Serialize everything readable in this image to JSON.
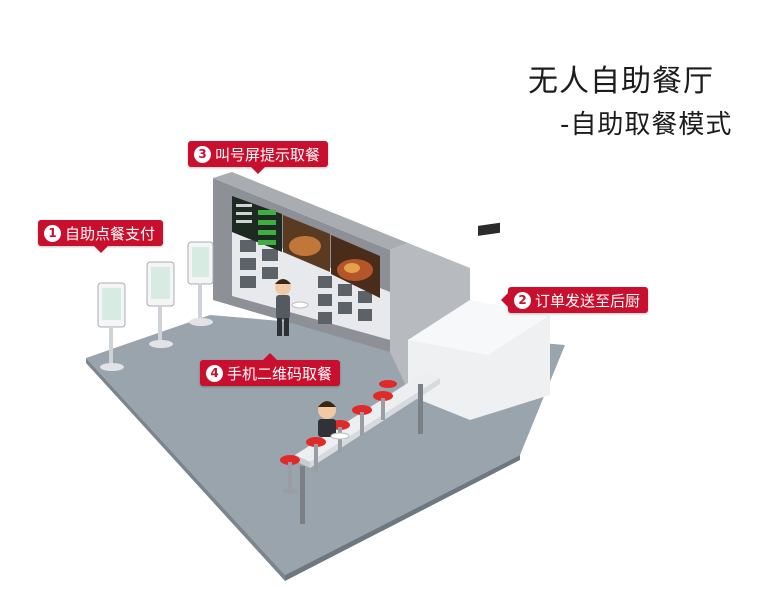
{
  "heading": {
    "title": "无人自助餐厅",
    "subtitle": "-自助取餐模式"
  },
  "callouts": [
    {
      "number": "1",
      "text": "自助点餐支付"
    },
    {
      "number": "2",
      "text": "订单发送至后厨"
    },
    {
      "number": "3",
      "text": "叫号屏提示取餐"
    },
    {
      "number": "4",
      "text": "手机二维码取餐"
    }
  ],
  "colors": {
    "accent": "#c8102e",
    "floor": "#9aa4ad",
    "wall": "#8d9096",
    "stool": "#e02a2a"
  }
}
